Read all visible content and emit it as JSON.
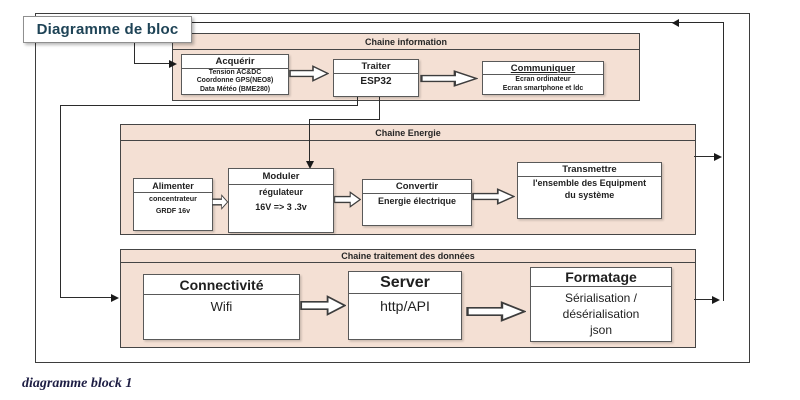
{
  "diagram": {
    "title": "Diagramme de bloc",
    "caption": "diagramme block 1",
    "colors": {
      "section_fill": "#f4e0d4",
      "section_border": "#454545",
      "box_border": "#595959",
      "connector": "#2b2b2b",
      "title_text": "#1e4356",
      "caption_text": "#1e1e44"
    }
  },
  "sections": [
    {
      "header": "Chaine information",
      "boxes": [
        {
          "title": "Acquérir",
          "lines": [
            "Tension AC&DC",
            "Coordonne GPS(NEO8)",
            "Data Météo (BME280)"
          ]
        },
        {
          "title": "Traiter",
          "lines": [
            "ESP32"
          ]
        },
        {
          "title": "Communiquer",
          "lines": [
            "Ecran ordinateur",
            "Ecran smartphone et ldc"
          ]
        }
      ]
    },
    {
      "header": "Chaine Energie",
      "boxes": [
        {
          "title": "Alimenter",
          "lines": [
            "concentrateur",
            "GRDF 16v"
          ]
        },
        {
          "title": "Moduler",
          "lines": [
            "régulateur",
            "16V => 3 .3v"
          ]
        },
        {
          "title": "Convertir",
          "lines": [
            "Energie électrique"
          ]
        },
        {
          "title": "Transmettre",
          "lines": [
            "l'ensemble des Equipment",
            "du système"
          ]
        }
      ]
    },
    {
      "header": "Chaine traitement des données",
      "boxes": [
        {
          "title": "Connectivité",
          "lines": [
            "Wifi"
          ]
        },
        {
          "title": "Server",
          "lines": [
            "http/API"
          ]
        },
        {
          "title": "Formatage",
          "lines": [
            "Sérialisation /",
            "désérialisation",
            "json"
          ]
        }
      ]
    }
  ]
}
